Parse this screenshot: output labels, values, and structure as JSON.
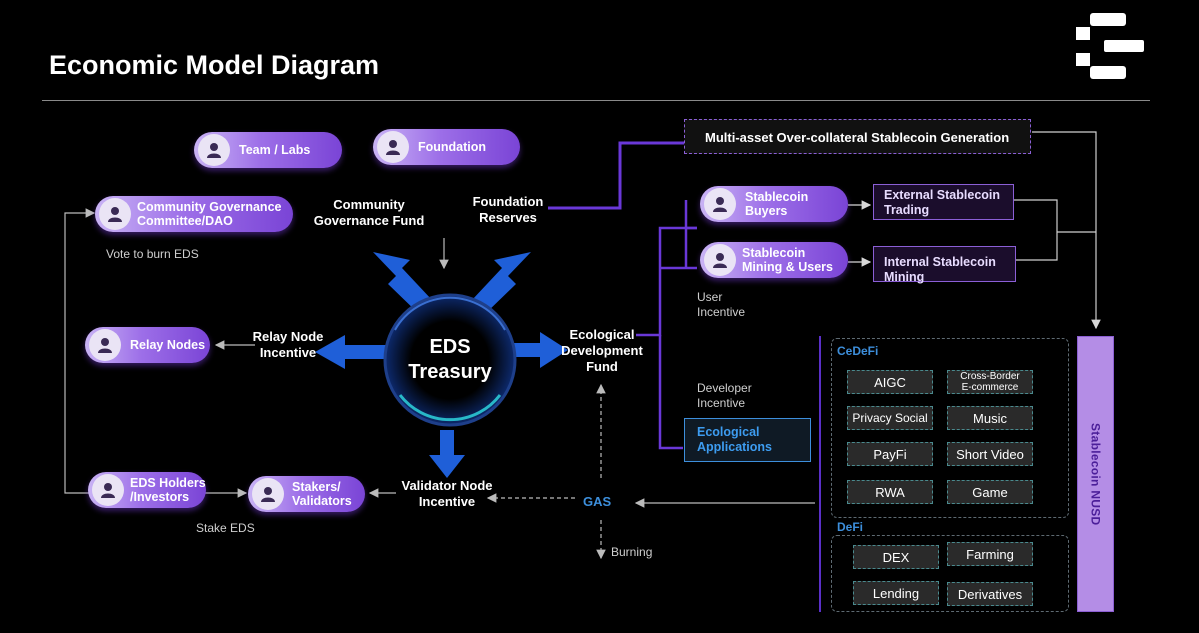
{
  "title": "Economic Model Diagram",
  "logo": "brand-logo",
  "center": {
    "line1": "EDS",
    "line2": "Treasury"
  },
  "actors": {
    "team_labs": "Team / Labs",
    "foundation": "Foundation",
    "community_dao": [
      "Community Governance",
      "Committee/DAO"
    ],
    "relay_nodes": "Relay Nodes",
    "eds_holders": [
      "EDS Holders",
      "/Investors"
    ],
    "stakers": [
      "Stakers/",
      "Validators"
    ],
    "stablecoin_buyers": [
      "Stablecoin",
      "Buyers"
    ],
    "stablecoin_mining": [
      "Stablecoin",
      "Mining & Users"
    ]
  },
  "flows": {
    "community_fund": [
      "Community",
      "Governance Fund"
    ],
    "foundation_reserves": [
      "Foundation",
      "Reserves"
    ],
    "relay_incentive": [
      "Relay Node",
      "Incentive"
    ],
    "validator_incentive": [
      "Validator Node",
      "Incentive"
    ],
    "eco_fund": [
      "Ecological",
      "Development",
      "Fund"
    ],
    "gas": "GAS"
  },
  "notes": {
    "vote_burn": "Vote to burn EDS",
    "stake": "Stake EDS",
    "user_incentive": [
      "User",
      "Incentive"
    ],
    "dev_incentive": [
      "Developer",
      "Incentive"
    ],
    "burning": "Burning"
  },
  "stablecoin_gen": "Multi-asset Over-collateral Stablecoin Generation",
  "trading_boxes": {
    "external": [
      "External Stablecoin",
      "Trading"
    ],
    "internal": [
      "Internal Stablecoin",
      "Mining"
    ]
  },
  "eco_apps": [
    "Ecological",
    "Applications"
  ],
  "cedefi": {
    "label": "CeDeFi",
    "items": [
      "AIGC",
      [
        "Cross-Border",
        "E-commerce"
      ],
      "Privacy Social",
      "Music",
      "PayFi",
      "Short Video",
      "RWA",
      "Game"
    ]
  },
  "defi": {
    "label": "DeFi",
    "items": [
      "DEX",
      "Farming",
      "Lending",
      "Derivatives"
    ]
  },
  "nusd": "Stablecoin NUSD",
  "colors": {
    "accent_purple": "#9d6fe8",
    "accent_blue": "#3d8fdc",
    "arrow_blue": "#1f5fd8"
  }
}
